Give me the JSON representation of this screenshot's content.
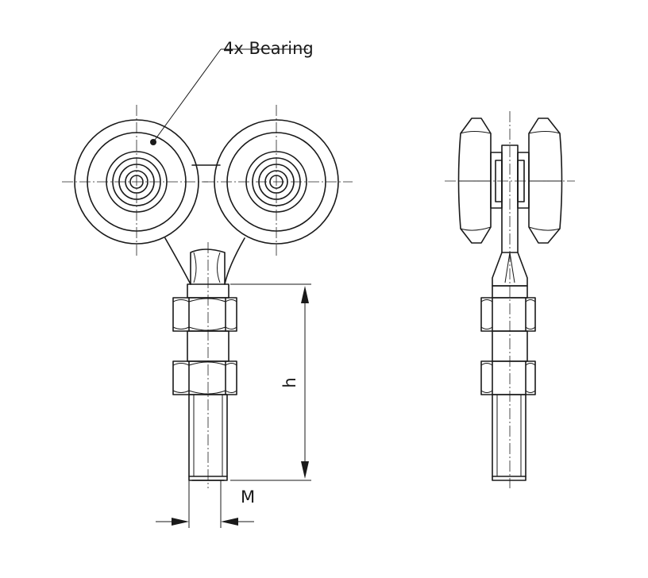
{
  "annotations": {
    "bearing_callout": "4x Bearing",
    "height_dim": "h",
    "thread_dim": "M"
  },
  "icons": {
    "front_view": "roller-hanger-front-view-icon",
    "side_view": "roller-hanger-side-view-icon"
  },
  "colors": {
    "line": "#1a1a1a",
    "background": "#ffffff"
  }
}
